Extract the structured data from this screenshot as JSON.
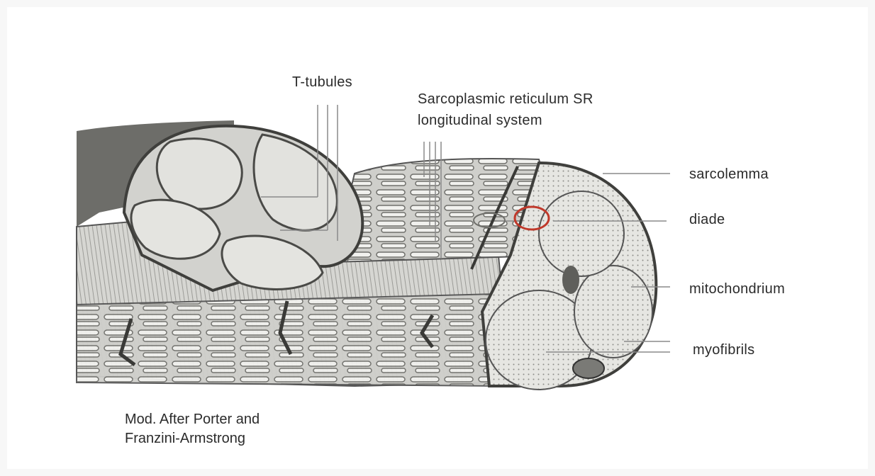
{
  "labels": {
    "t_tubules": "T-tubules",
    "sr_line1": "Sarcoplasmic reticulum SR",
    "sr_line2": "longitudinal system",
    "sarcolemma": "sarcolemma",
    "diade": "diade",
    "mitochondrium": "mitochondrium",
    "myofibrils": "myofibrils"
  },
  "caption": {
    "line1": "Mod. After Porter and",
    "line2": "Franzini-Armstrong"
  },
  "colors": {
    "highlight_ring": "#c0392b",
    "tissue_light": "#dcdcd8",
    "tissue_mid": "#b5b5b0",
    "tissue_dark": "#6a6a66",
    "leader_line": "#8a8a8a"
  }
}
